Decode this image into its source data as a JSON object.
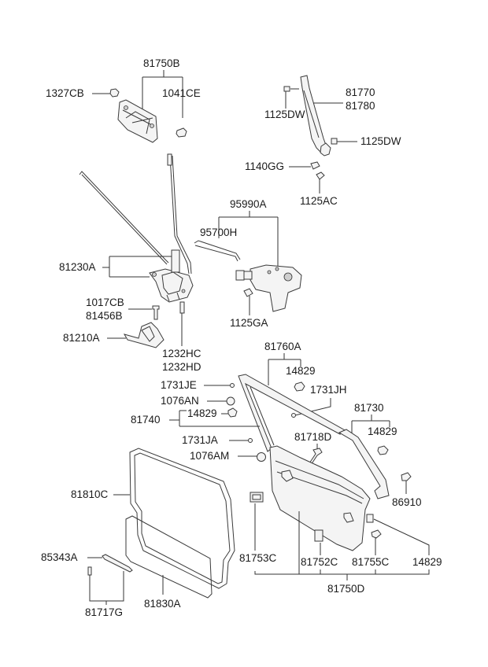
{
  "diagram": {
    "type": "exploded-parts-diagram",
    "subject": "Tail gate trim and lock parts",
    "labels": {
      "l81750B": "81750B",
      "l1327CB": "1327CB",
      "l1041CE": "1041CE",
      "l81770": "81770",
      "l81780": "81780",
      "l1125DW_a": "1125DW",
      "l1125DW_b": "1125DW",
      "l1140GG": "1140GG",
      "l1125AC": "1125AC",
      "l95990A": "95990A",
      "l95700H": "95700H",
      "l81230A": "81230A",
      "l1125GA": "1125GA",
      "l1017CB": "1017CB",
      "l81456B": "81456B",
      "l81210A": "81210A",
      "l1232HC": "1232HC",
      "l1232HD": "1232HD",
      "l81760A": "81760A",
      "l14829_a": "14829",
      "l1731JE": "1731JE",
      "l1731JH": "1731JH",
      "l1076AN": "1076AN",
      "l81730": "81730",
      "l81740": "81740",
      "l14829_b": "14829",
      "l14829_c": "14829",
      "l1731JA": "1731JA",
      "l81718D": "81718D",
      "l1076AM": "1076AM",
      "l81810C": "81810C",
      "l86910": "86910",
      "l85343A": "85343A",
      "l81753C": "81753C",
      "l81752C": "81752C",
      "l81755C": "81755C",
      "l14829_d": "14829",
      "l81830A": "81830A",
      "l81750D": "81750D",
      "l81717G": "81717G"
    }
  }
}
